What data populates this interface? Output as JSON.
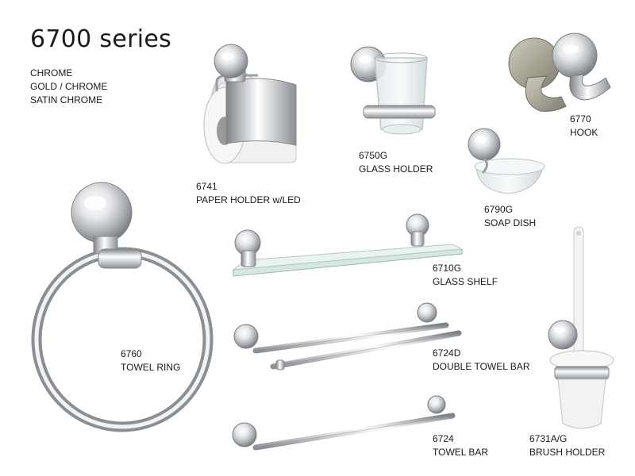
{
  "title": "6700 series",
  "finishes": [
    "CHROME",
    "GOLD / CHROME",
    "SATIN CHROME"
  ],
  "products": {
    "paper_holder": {
      "code": "6741",
      "name": "PAPER HOLDER w/LED"
    },
    "glass_holder": {
      "code": "6750G",
      "name": "GLASS HOLDER"
    },
    "hook": {
      "code": "6770",
      "name": "HOOK"
    },
    "soap_dish": {
      "code": "6790G",
      "name": "SOAP DISH"
    },
    "glass_shelf": {
      "code": "6710G",
      "name": "GLASS SHELF"
    },
    "towel_ring": {
      "code": "6760",
      "name": "TOWEL RING"
    },
    "double_towel_bar": {
      "code": "6724D",
      "name": "DOUBLE TOWEL BAR"
    },
    "towel_bar": {
      "code": "6724",
      "name": "TOWEL BAR"
    },
    "brush_holder": {
      "code": "6731A/G",
      "name": "BRUSH HOLDER"
    }
  }
}
